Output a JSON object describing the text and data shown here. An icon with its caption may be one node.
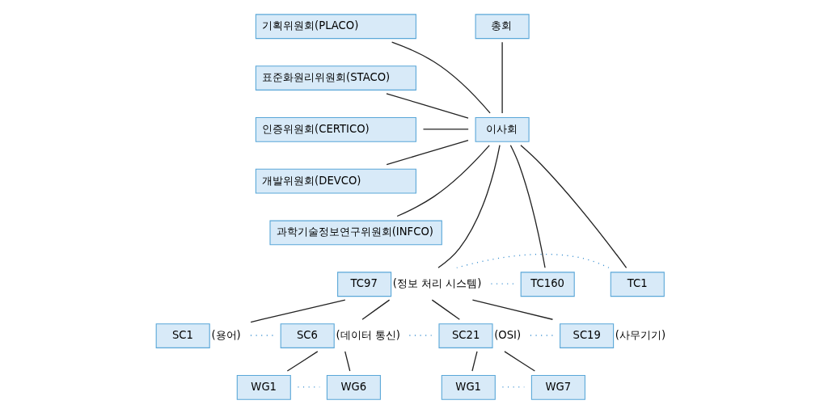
{
  "diagram": {
    "nodes": [
      {
        "text": [
          "총회"
        ]
      },
      {
        "text": [
          "이사회"
        ]
      },
      {
        "text": [
          "기획위원회(PLACO)"
        ]
      },
      {
        "text": [
          "표준화원리위원회(STACO)"
        ]
      },
      {
        "text": [
          "인증위원회(CERTICO)"
        ]
      },
      {
        "text": [
          "개발위원회(DEVCO)"
        ]
      },
      {
        "text": [
          "과학기술정보연구위원회(INFCO)"
        ]
      },
      {
        "text": [
          "TC1"
        ]
      },
      {
        "text": [
          "TC97"
        ],
        "beside": [
          "(정보 처리 시스템)"
        ]
      },
      {
        "text": [
          "TC160"
        ]
      },
      {
        "text": [
          "SC1"
        ],
        "beside": [
          "(용어)"
        ]
      },
      {
        "text": [
          "SC6"
        ],
        "beside": [
          "(데이터 통신)"
        ]
      },
      {
        "text": [
          "SC21"
        ],
        "beside": [
          "(OSI)"
        ]
      },
      {
        "text": [
          "SC19"
        ],
        "beside": [
          "(사무기기)"
        ]
      },
      {
        "text": [
          "WG1"
        ]
      },
      {
        "text": [
          "WG6"
        ]
      },
      {
        "text": [
          "WG1"
        ]
      },
      {
        "text": [
          "WG7"
        ]
      }
    ],
    "edges": [
      {
        "from": 0,
        "to": 1,
        "arrow": "none"
      },
      {
        "from": 1,
        "to": 2,
        "arrow": "none"
      },
      {
        "from": 1,
        "to": 3,
        "arrow": "none"
      },
      {
        "from": 1,
        "to": 4,
        "arrow": "none"
      },
      {
        "from": 1,
        "to": 5,
        "arrow": "none"
      },
      {
        "from": 1,
        "to": 6,
        "arrow": "none"
      },
      {
        "from": 1,
        "to": 7,
        "arrow": "none"
      },
      {
        "from": 1,
        "to": 8,
        "arrow": "none"
      },
      {
        "from": 1,
        "to": 9,
        "arrow": "none"
      },
      {
        "from": 7,
        "to": 8,
        "arrow": "none",
        "style": "dashed",
        "color": "#3a8fd0"
      },
      {
        "from": 8,
        "to": 9,
        "arrow": "none",
        "style": "dashed",
        "color": "#3a8fd0"
      },
      {
        "from": 8,
        "to": 10,
        "arrow": "none"
      },
      {
        "from": 8,
        "to": 11,
        "arrow": "none"
      },
      {
        "from": 8,
        "to": 12,
        "arrow": "none"
      },
      {
        "from": 8,
        "to": 13,
        "arrow": "none"
      },
      {
        "from": 10,
        "to": 11,
        "arrow": "none",
        "style": "dashed",
        "color": "#3a8fd0"
      },
      {
        "from": 11,
        "to": 12,
        "arrow": "none",
        "style": "dashed",
        "color": "#3a8fd0"
      },
      {
        "from": 12,
        "to": 13,
        "arrow": "none",
        "style": "dashed",
        "color": "#3a8fd0"
      },
      {
        "from": 11,
        "to": 14,
        "arrow": "none"
      },
      {
        "from": 11,
        "to": 15,
        "arrow": "none"
      },
      {
        "from": 14,
        "to": 15,
        "arrow": "none",
        "style": "dashed",
        "color": "#3a8fd0"
      },
      {
        "from": 12,
        "to": 16,
        "arrow": "none"
      },
      {
        "from": 12,
        "to": 17,
        "arrow": "none"
      },
      {
        "from": 16,
        "to": 17,
        "arrow": "none",
        "style": "dashed",
        "color": "#3a8fd0"
      }
    ]
  }
}
